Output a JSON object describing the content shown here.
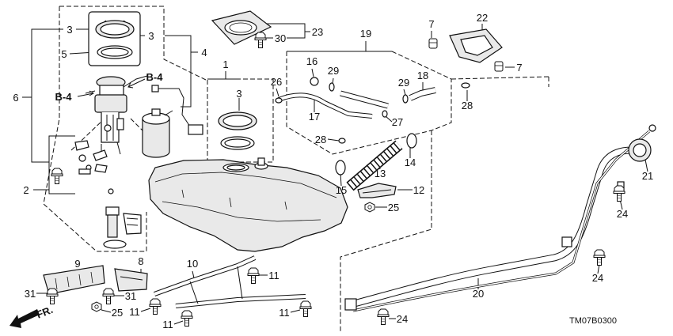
{
  "callouts": [
    "3",
    "3",
    "5",
    "4",
    "6",
    "1",
    "3",
    "2",
    "23",
    "30",
    "22",
    "7",
    "7",
    "19",
    "16",
    "29",
    "26",
    "18",
    "29",
    "28",
    "17",
    "27",
    "28",
    "14",
    "13",
    "15",
    "12",
    "25",
    "21",
    "24",
    "24",
    "20",
    "24",
    "9",
    "8",
    "10",
    "11",
    "31",
    "31",
    "25",
    "11",
    "11",
    "11"
  ],
  "refs": [
    "B-4",
    "B-4"
  ],
  "direction_label": "FR.",
  "figure_code": "TM07B0300"
}
